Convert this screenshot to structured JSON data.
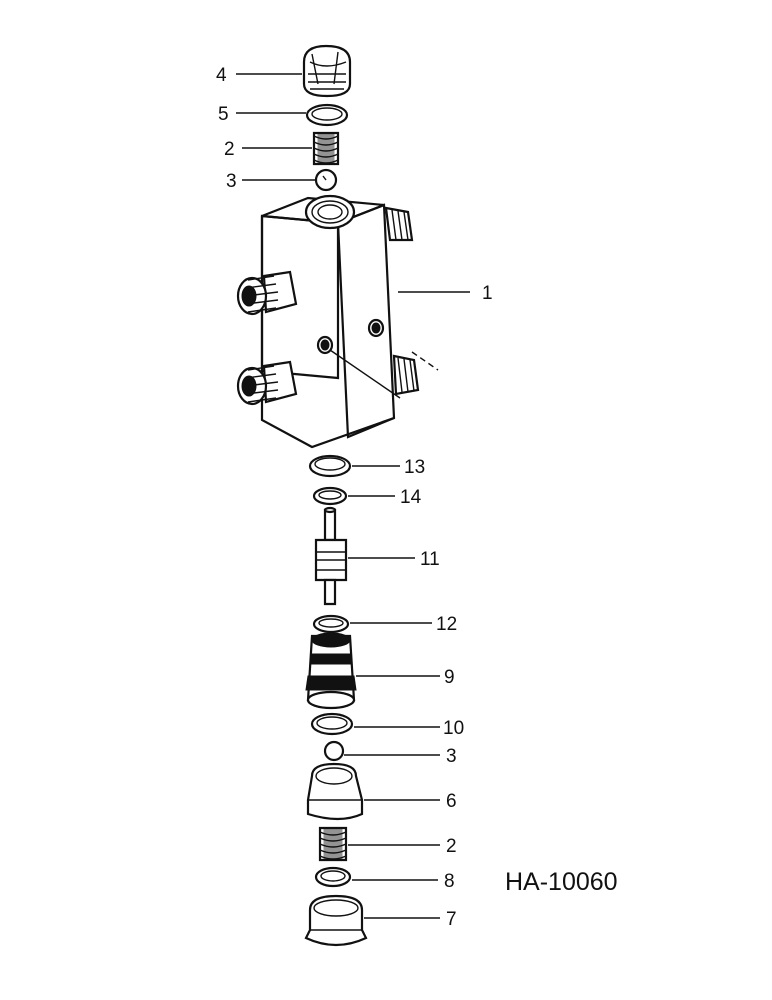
{
  "drawing_code": "HA-10060",
  "callouts": [
    "4",
    "5",
    "2",
    "3",
    "1",
    "13",
    "14",
    "11",
    "12",
    "9",
    "10",
    "3",
    "6",
    "2",
    "8",
    "7"
  ]
}
